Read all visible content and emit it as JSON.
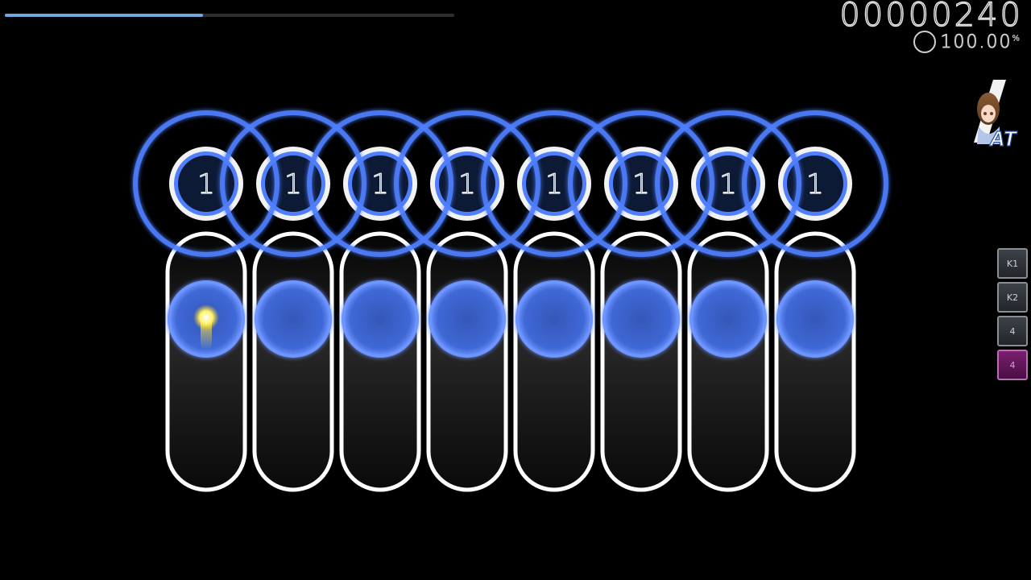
{
  "hud": {
    "score": "00000240",
    "accuracy": "100.00",
    "accuracy_unit": "%",
    "hp_fraction": 0.44,
    "hp_color": "#6fa8dc"
  },
  "mod_badge": {
    "label": "AT",
    "icon": "autoplay-character-icon"
  },
  "key_overlay": [
    {
      "label": "K1",
      "active": false
    },
    {
      "label": "K2",
      "active": false
    },
    {
      "label": "4",
      "active": false
    },
    {
      "label": "4",
      "active": true
    }
  ],
  "playfield": {
    "hit_circle_number": "1",
    "lane_count": 8,
    "colors": {
      "approach": "#4f7fff",
      "circle_fill": "#0d1a36",
      "slider_ball": "#3f6fd8",
      "cursor": "#ffe23a"
    },
    "cursor_lane": 1
  }
}
